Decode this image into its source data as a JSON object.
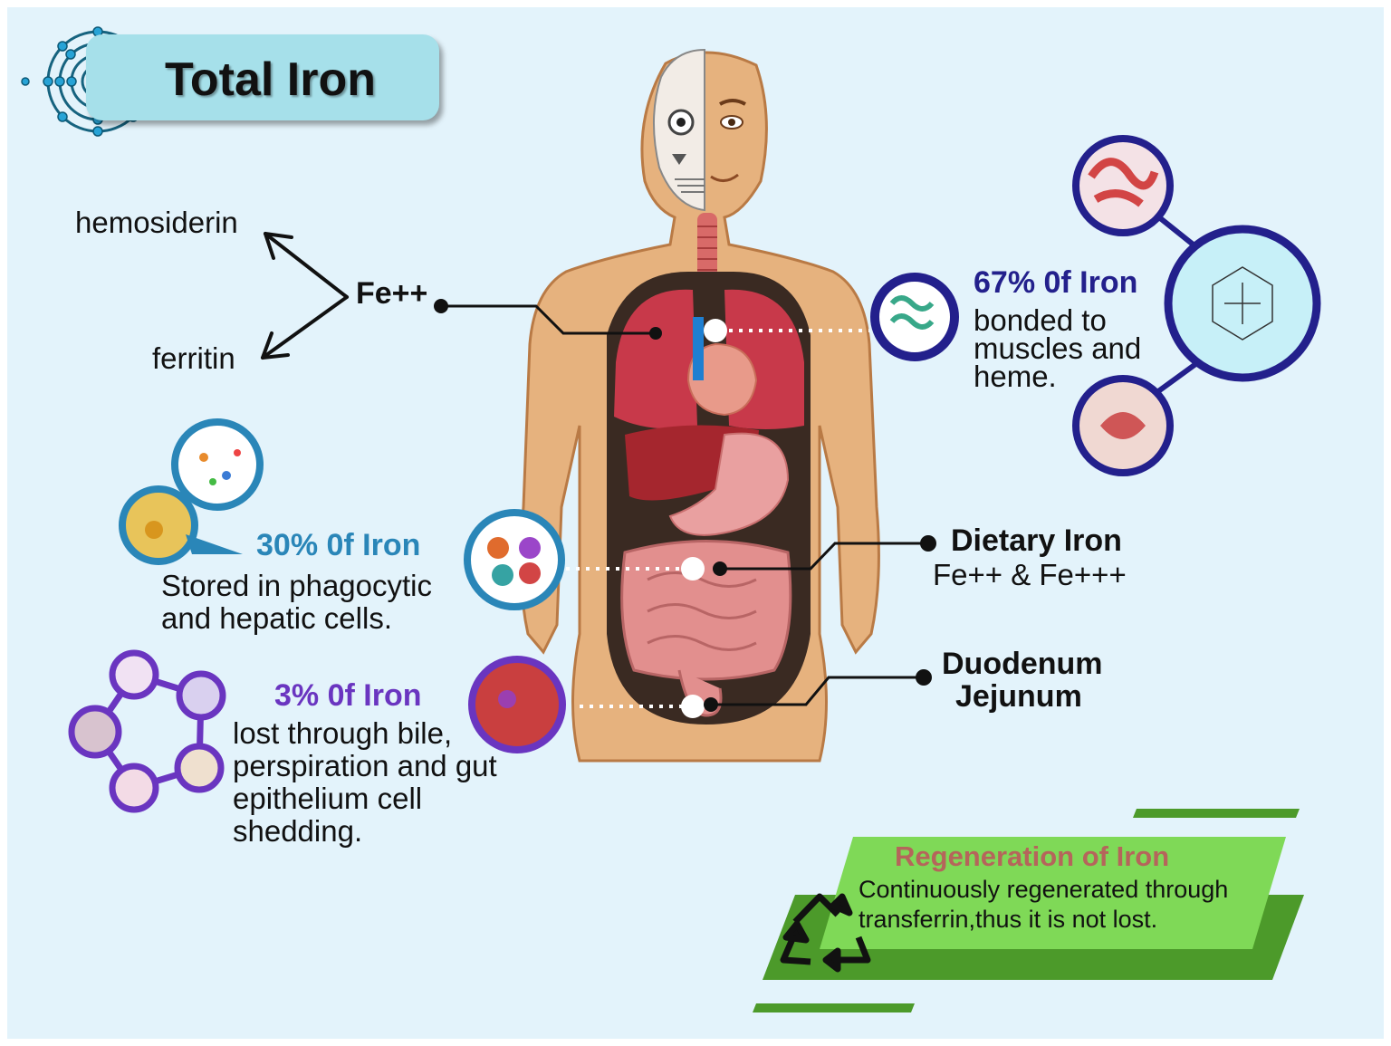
{
  "title": "Total Iron",
  "atom_symbol": "Fe",
  "fe_label": "Fe++",
  "storage_forms": [
    "hemosiderin",
    "ferritin"
  ],
  "muscle": {
    "heading": "67% 0f Iron",
    "lines": [
      "bonded to",
      "muscles and",
      "heme."
    ],
    "color": "#23208c"
  },
  "stored": {
    "heading": "30% 0f Iron",
    "lines": [
      "Stored in phagocytic",
      "and hepatic cells."
    ],
    "color": "#2a86b8"
  },
  "lost": {
    "heading": "3% 0f Iron",
    "lines": [
      "lost through bile,",
      "perspiration and gut",
      "epithelium cell",
      "shedding."
    ],
    "color": "#6a35c0"
  },
  "dietary": {
    "heading": "Dietary Iron",
    "sub": "Fe++ & Fe+++"
  },
  "absorption_sites": [
    "Duodenum",
    "Jejunum"
  ],
  "regeneration": {
    "heading": "Regeneration of Iron",
    "lines": [
      "Continuously regenerated through",
      "transferrin,thus it is not lost."
    ],
    "heading_color": "#b5655b"
  },
  "colors": {
    "background": "#e3f3fb",
    "title_box": "#a6e0ea",
    "green_light": "#7fd957",
    "green_dark": "#4c9a2a"
  }
}
